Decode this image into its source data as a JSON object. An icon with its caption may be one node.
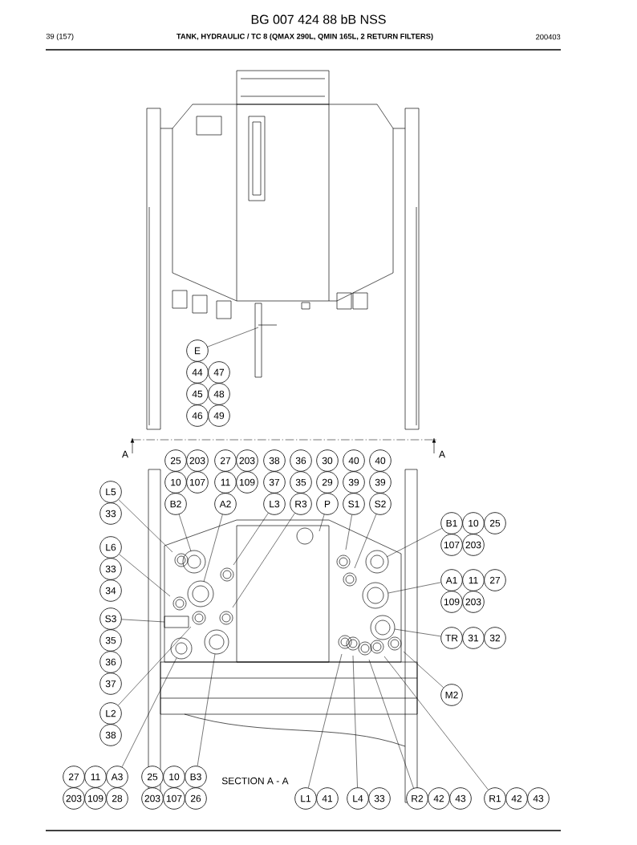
{
  "diagram": {
    "title": "BG 007 424 88 bB NSS",
    "nodes": [
      {
        "text": [
          "E"
        ]
      },
      {
        "text": [
          "44"
        ]
      },
      {
        "text": [
          "47"
        ]
      },
      {
        "text": [
          "45"
        ]
      },
      {
        "text": [
          "48"
        ]
      },
      {
        "text": [
          "46"
        ]
      },
      {
        "text": [
          "49"
        ]
      },
      {
        "text": [
          "25"
        ]
      },
      {
        "text": [
          "203"
        ]
      },
      {
        "text": [
          "27"
        ]
      },
      {
        "text": [
          "203"
        ]
      },
      {
        "text": [
          "38"
        ]
      },
      {
        "text": [
          "36"
        ]
      },
      {
        "text": [
          "30"
        ]
      },
      {
        "text": [
          "40"
        ]
      },
      {
        "text": [
          "40"
        ]
      },
      {
        "text": [
          "10"
        ]
      },
      {
        "text": [
          "107"
        ]
      },
      {
        "text": [
          "11"
        ]
      },
      {
        "text": [
          "109"
        ]
      },
      {
        "text": [
          "37"
        ]
      },
      {
        "text": [
          "35"
        ]
      },
      {
        "text": [
          "29"
        ]
      },
      {
        "text": [
          "39"
        ]
      },
      {
        "text": [
          "39"
        ]
      },
      {
        "text": [
          "B2"
        ]
      },
      {
        "text": [
          "A2"
        ]
      },
      {
        "text": [
          "L3"
        ]
      },
      {
        "text": [
          "R3"
        ]
      },
      {
        "text": [
          "P"
        ]
      },
      {
        "text": [
          "S1"
        ]
      },
      {
        "text": [
          "S2"
        ]
      },
      {
        "text": [
          "L5"
        ]
      },
      {
        "text": [
          "33"
        ]
      },
      {
        "text": [
          "L6"
        ]
      },
      {
        "text": [
          "33"
        ]
      },
      {
        "text": [
          "34"
        ]
      },
      {
        "text": [
          "S3"
        ]
      },
      {
        "text": [
          "35"
        ]
      },
      {
        "text": [
          "36"
        ]
      },
      {
        "text": [
          "37"
        ]
      },
      {
        "text": [
          "L2"
        ]
      },
      {
        "text": [
          "38"
        ]
      },
      {
        "text": [
          "B1"
        ]
      },
      {
        "text": [
          "10"
        ]
      },
      {
        "text": [
          "25"
        ]
      },
      {
        "text": [
          "107"
        ]
      },
      {
        "text": [
          "203"
        ]
      },
      {
        "text": [
          "A1"
        ]
      },
      {
        "text": [
          "11"
        ]
      },
      {
        "text": [
          "27"
        ]
      },
      {
        "text": [
          "109"
        ]
      },
      {
        "text": [
          "203"
        ]
      },
      {
        "text": [
          "TR"
        ]
      },
      {
        "text": [
          "31"
        ]
      },
      {
        "text": [
          "32"
        ]
      },
      {
        "text": [
          "M2"
        ]
      },
      {
        "text": [
          "27"
        ]
      },
      {
        "text": [
          "11"
        ]
      },
      {
        "text": [
          "A3"
        ]
      },
      {
        "text": [
          "203"
        ]
      },
      {
        "text": [
          "109"
        ]
      },
      {
        "text": [
          "28"
        ]
      },
      {
        "text": [
          "25"
        ]
      },
      {
        "text": [
          "10"
        ]
      },
      {
        "text": [
          "B3"
        ]
      },
      {
        "text": [
          "203"
        ]
      },
      {
        "text": [
          "107"
        ]
      },
      {
        "text": [
          "26"
        ]
      },
      {
        "text": [
          "L1"
        ]
      },
      {
        "text": [
          "41"
        ]
      },
      {
        "text": [
          "L4"
        ]
      },
      {
        "text": [
          "33"
        ]
      },
      {
        "text": [
          "R2"
        ]
      },
      {
        "text": [
          "42"
        ]
      },
      {
        "text": [
          "43"
        ]
      },
      {
        "text": [
          "R1"
        ]
      },
      {
        "text": [
          "42"
        ]
      },
      {
        "text": [
          "43"
        ]
      }
    ],
    "edges": [
      {
        "from": 0,
        "to": null,
        "arrow": "none"
      },
      {
        "from": 25,
        "to": null,
        "arrow": "none"
      },
      {
        "from": 26,
        "to": null,
        "arrow": "none"
      },
      {
        "from": 27,
        "to": null,
        "arrow": "none"
      },
      {
        "from": 28,
        "to": null,
        "arrow": "none"
      },
      {
        "from": 29,
        "to": null,
        "arrow": "none"
      },
      {
        "from": 30,
        "to": null,
        "arrow": "none"
      },
      {
        "from": 31,
        "to": null,
        "arrow": "none"
      },
      {
        "from": 32,
        "to": null,
        "arrow": "none"
      },
      {
        "from": 34,
        "to": null,
        "arrow": "none"
      },
      {
        "from": 37,
        "to": null,
        "arrow": "none"
      },
      {
        "from": 41,
        "to": null,
        "arrow": "none"
      },
      {
        "from": 43,
        "to": null,
        "arrow": "none"
      },
      {
        "from": 48,
        "to": null,
        "arrow": "none"
      },
      {
        "from": 53,
        "to": null,
        "arrow": "none"
      },
      {
        "from": 56,
        "to": null,
        "arrow": "none"
      },
      {
        "from": 59,
        "to": null,
        "arrow": "none"
      },
      {
        "from": 65,
        "to": null,
        "arrow": "none"
      },
      {
        "from": 69,
        "to": null,
        "arrow": "none"
      },
      {
        "from": 71,
        "to": null,
        "arrow": "none"
      },
      {
        "from": 73,
        "to": null,
        "arrow": "none"
      },
      {
        "from": 76,
        "to": null,
        "arrow": "none"
      }
    ],
    "labels": [
      "39 (157)",
      "TANK, HYDRAULIC / TC 8 (QMAX 290L, QMIN 165L, 2 RETURN FILTERS)",
      "200403",
      "A",
      "A",
      "SECTION A - A"
    ]
  }
}
